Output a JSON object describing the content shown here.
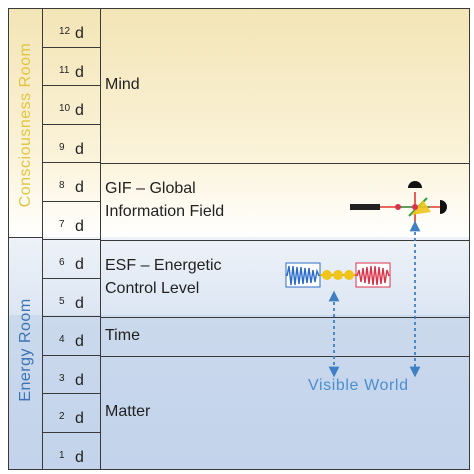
{
  "rooms": {
    "consciousness": "Consciousness Room",
    "energy": "Energy Room"
  },
  "dimensions": [
    {
      "base": "d",
      "sub": "12"
    },
    {
      "base": "d",
      "sub": "11"
    },
    {
      "base": "d",
      "sub": "10"
    },
    {
      "base": "d",
      "sub": "9"
    },
    {
      "base": "d",
      "sub": "8"
    },
    {
      "base": "d",
      "sub": "7"
    },
    {
      "base": "d",
      "sub": "6"
    },
    {
      "base": "d",
      "sub": "5"
    },
    {
      "base": "d",
      "sub": "4"
    },
    {
      "base": "d",
      "sub": "3"
    },
    {
      "base": "d",
      "sub": "2"
    },
    {
      "base": "d",
      "sub": "1"
    }
  ],
  "levels": {
    "mind": "Mind",
    "gif_line1": "GIF – Global",
    "gif_line2": "Information Field",
    "esf_line1": "ESF – Energetic",
    "esf_line2": "Control Level",
    "time": "Time",
    "matter": "Matter"
  },
  "visible_world": "Visible World",
  "colors": {
    "consciousness_text": "#e0c640",
    "energy_text": "#3c74b4",
    "visible_world": "#4a8fcf",
    "arrow": "#3f7fc4",
    "wave_blue": "#2b6cc9",
    "wave_red": "#d8334a",
    "beads": "#f0c419",
    "beam": "#e23a2a"
  }
}
